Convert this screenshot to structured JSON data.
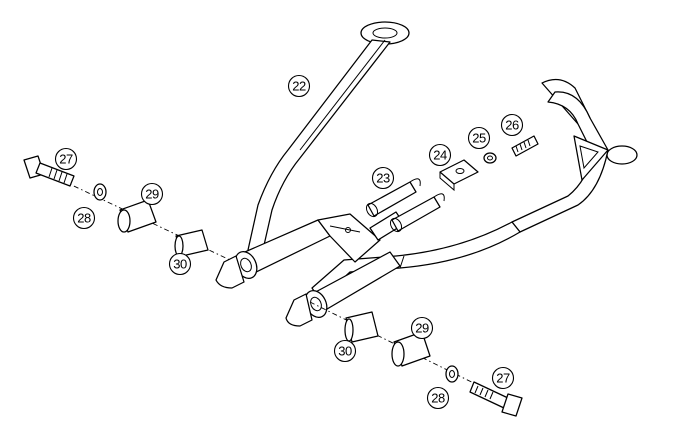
{
  "callouts": {
    "c22": "22",
    "c23": "23",
    "c24": "24",
    "c25": "25",
    "c26": "26",
    "c27a": "27",
    "c28a": "28",
    "c29a": "29",
    "c30a": "30",
    "c27b": "27",
    "c28b": "28",
    "c29b": "29",
    "c30b": "30"
  },
  "colors": {
    "line": "#000000",
    "fill": "#ffffff",
    "background": "#ffffff"
  }
}
